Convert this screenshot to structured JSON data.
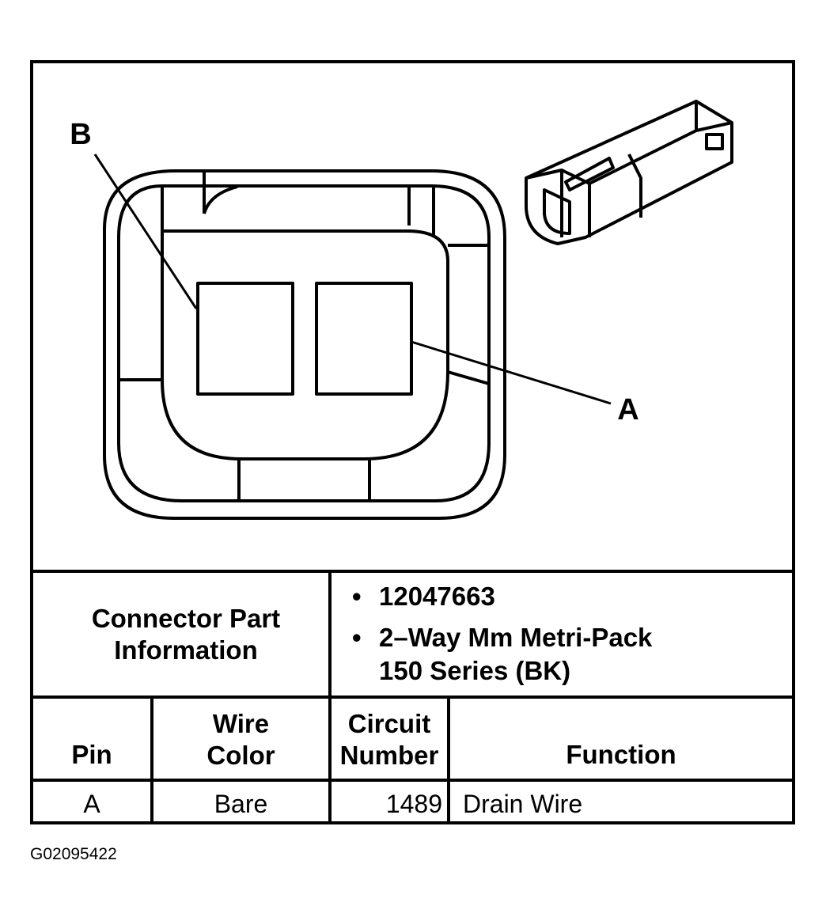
{
  "callouts": {
    "a": "A",
    "b": "B"
  },
  "connector_info": {
    "label": "Connector Part Information",
    "part_number": "12047663",
    "description_line1": "2–Way Mm Metri-Pack",
    "description_line2": "150 Series (BK)"
  },
  "pin_table": {
    "headers": {
      "pin": "Pin",
      "wire_color_line1": "Wire",
      "wire_color_line2": "Color",
      "circuit_line1": "Circuit",
      "circuit_line2": "Number",
      "function": "Function"
    },
    "rows": [
      {
        "pin": "A",
        "wire_color": "Bare",
        "circuit": "1489",
        "function": "Drain Wire"
      }
    ]
  },
  "figure_id": "G02095422"
}
